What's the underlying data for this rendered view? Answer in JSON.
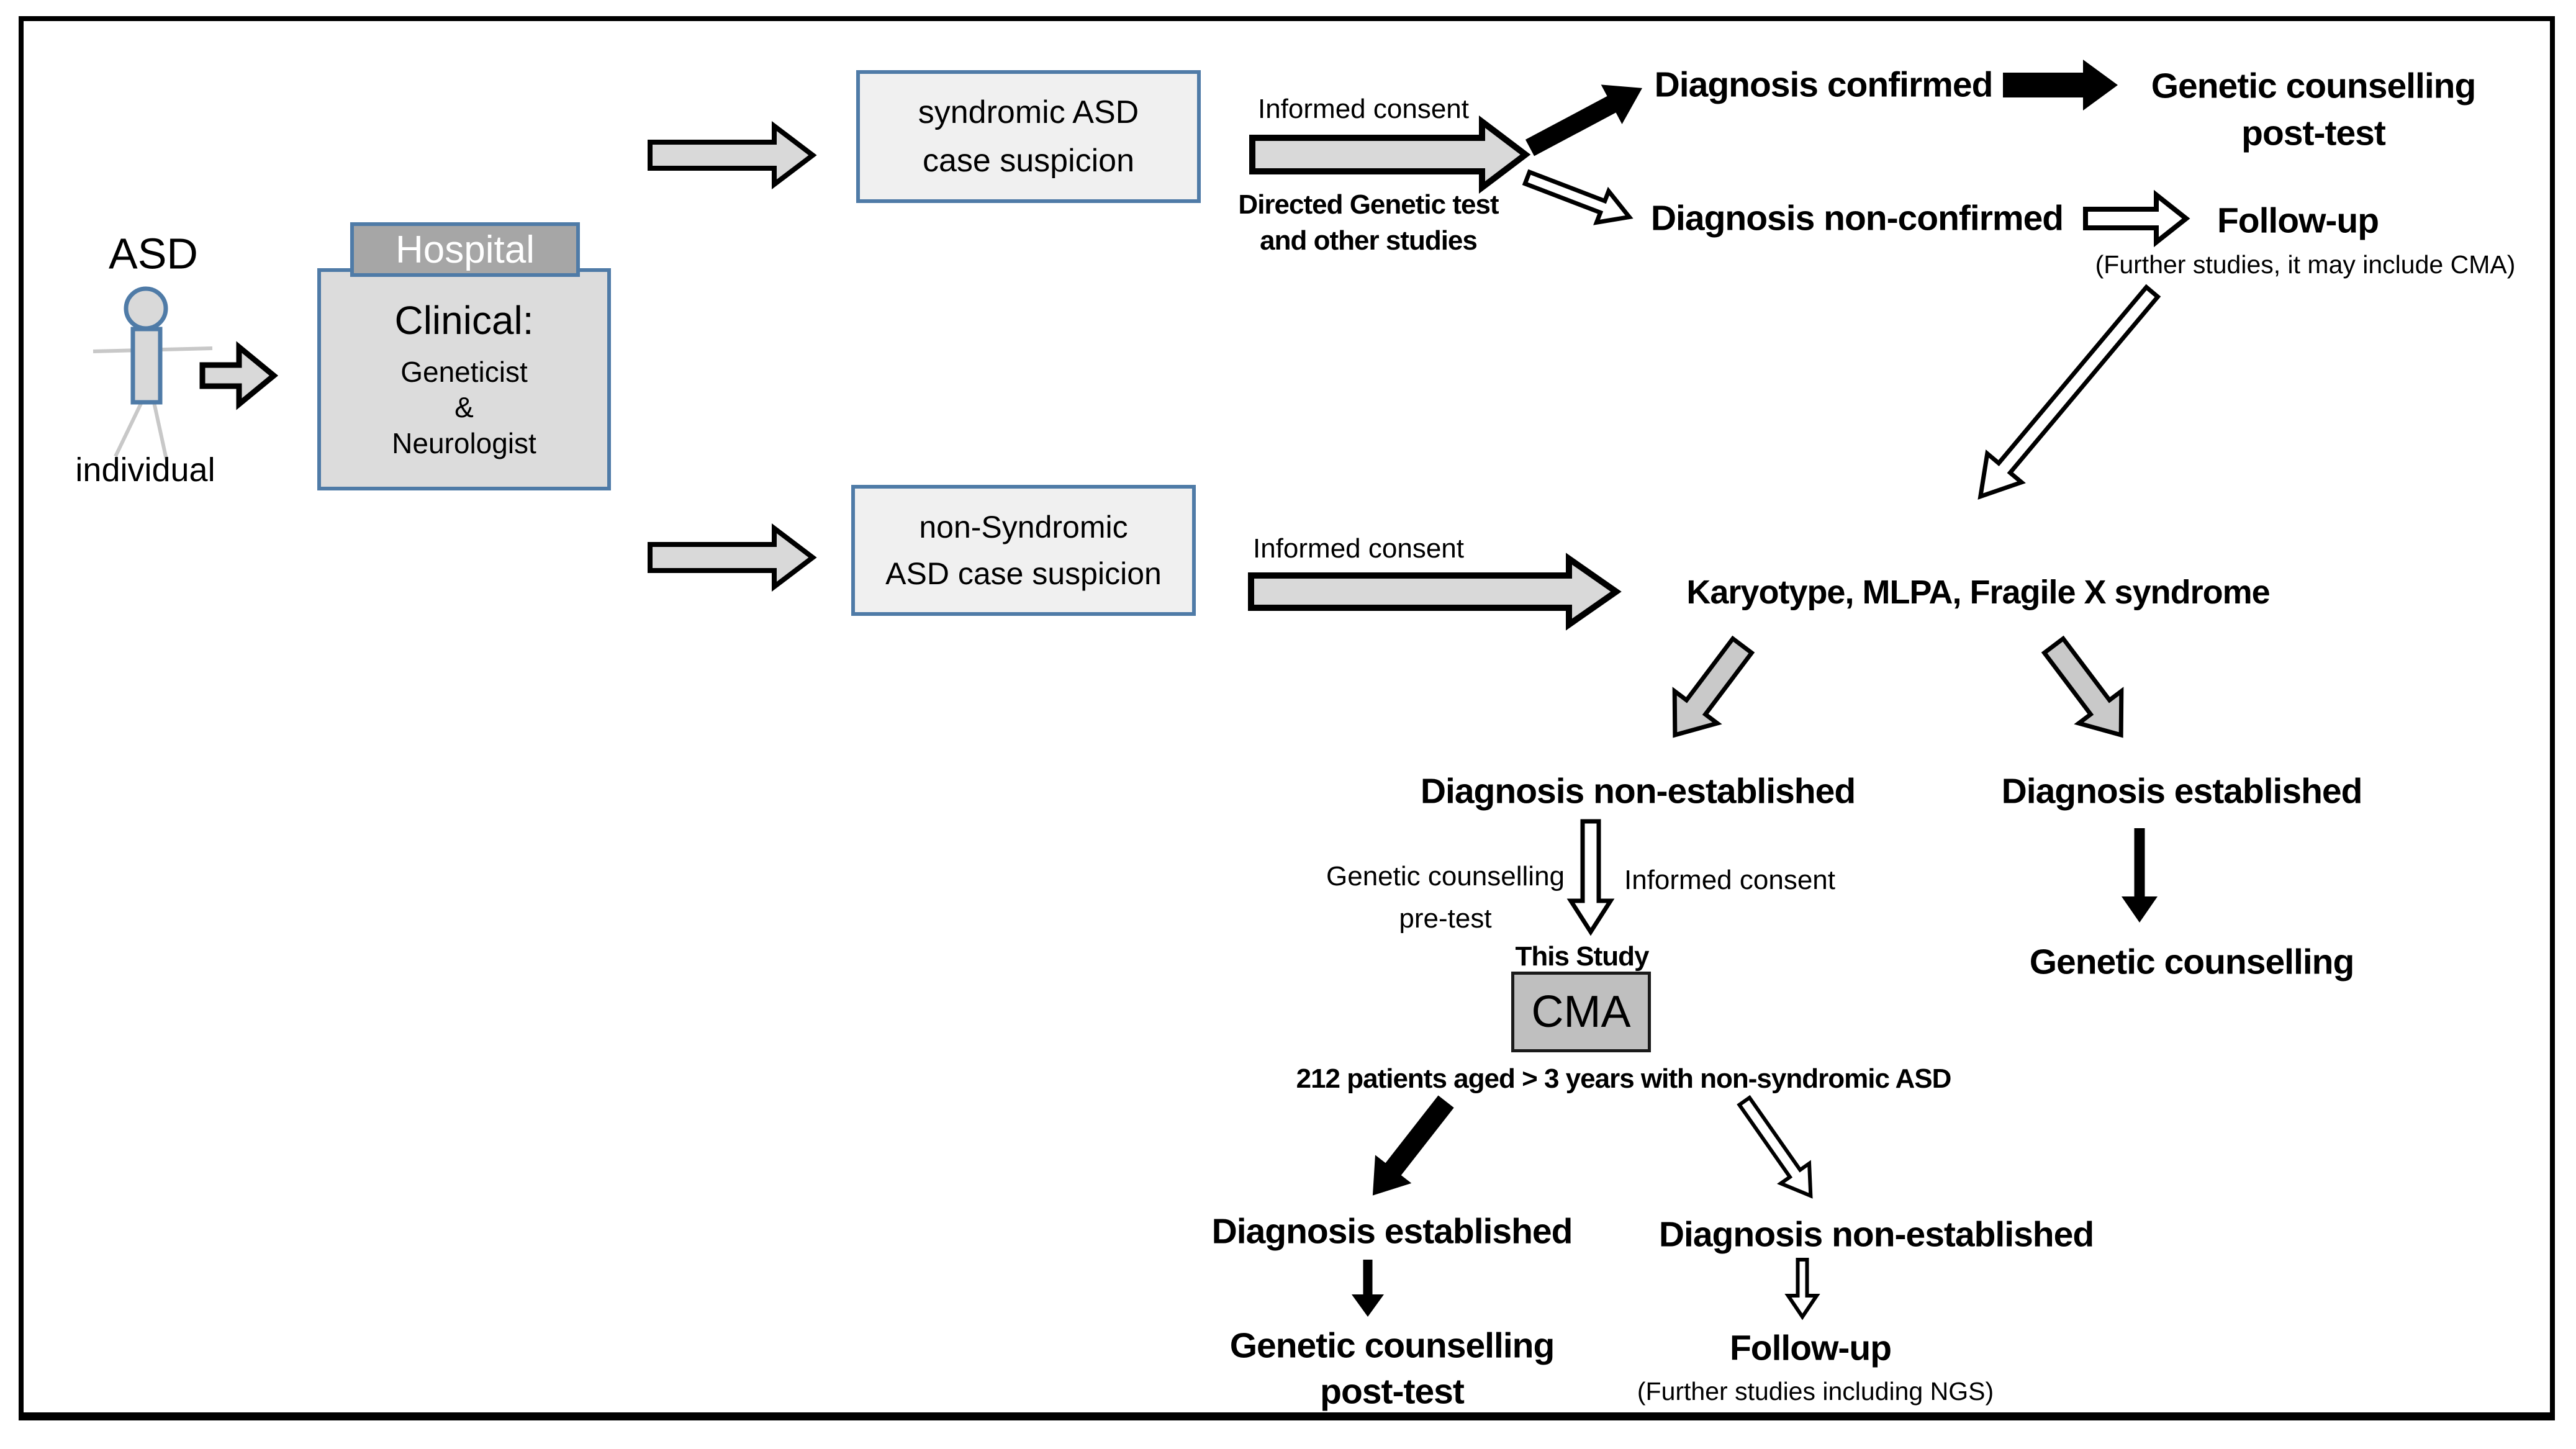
{
  "flowchart": {
    "colors": {
      "box_border_blue": "#4f7ba7",
      "suspicion_box_fill": "#f0f0f0",
      "clinical_box_fill": "#dcdcdc",
      "hospital_header_fill": "#a6a6a6",
      "cma_box_fill": "#bfbfbf",
      "arrow_gray_fill": "#d9d9d9",
      "arrow_bent_gray_fill": "#c9c9c9"
    },
    "patient": {
      "label_top": "ASD",
      "label_bottom": "individual"
    },
    "hospital": {
      "header": "Hospital",
      "title": "Clinical:",
      "line1": "Geneticist",
      "line2": "&",
      "line3": "Neurologist"
    },
    "boxes": {
      "syndromic": {
        "line1": "syndromic ASD",
        "line2": "case suspicion"
      },
      "non_syndromic": {
        "line1": "non-Syndromic",
        "line2": "ASD case suspicion"
      },
      "cma": {
        "caption": "This Study",
        "label": "CMA"
      }
    },
    "edge_labels": {
      "informed_consent": "Informed consent",
      "directed_test_line1": "Directed Genetic test",
      "directed_test_line2": "and other studies",
      "pretest_line1": "Genetic counselling",
      "pretest_line2": "pre-test"
    },
    "syndromic_branch": {
      "confirmed": "Diagnosis confirmed",
      "confirmed_next_line1": "Genetic counselling",
      "confirmed_next_line2": "post-test",
      "non_confirmed": "Diagnosis non-confirmed",
      "non_confirmed_next": "Follow-up",
      "non_confirmed_note": "(Further studies, it may  include CMA)"
    },
    "non_syndromic_branch": {
      "first_tests": "Karyotype, MLPA, Fragile X syndrome",
      "non_established": "Diagnosis non-established",
      "established": "Diagnosis established",
      "established_next": "Genetic counselling",
      "cohort_note": "212 patients aged > 3 years with non-syndromic ASD",
      "cma_established": "Diagnosis established",
      "cma_established_next_line1": "Genetic counselling",
      "cma_established_next_line2": "post-test",
      "cma_non_established": "Diagnosis  non-established",
      "cma_non_established_next": "Follow-up",
      "cma_non_established_note": "(Further studies including NGS)"
    }
  }
}
